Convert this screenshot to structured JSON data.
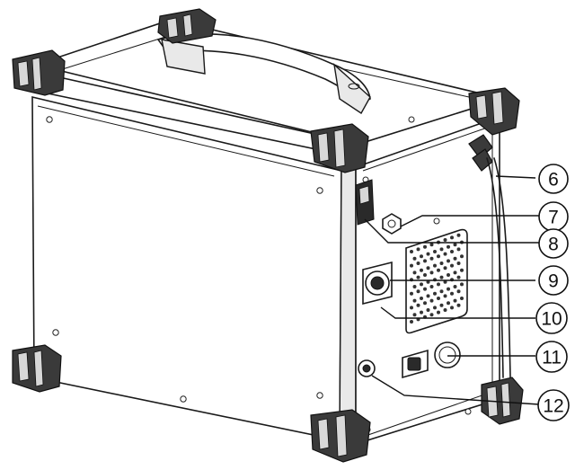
{
  "callouts": [
    {
      "id": "6",
      "label": "6",
      "target": "power-cable"
    },
    {
      "id": "7",
      "label": "7",
      "target": "gas-fitting"
    },
    {
      "id": "8",
      "label": "8",
      "target": "power-switch"
    },
    {
      "id": "9",
      "label": "9",
      "target": "control-connector"
    },
    {
      "id": "10",
      "label": "10",
      "target": "fan-grille"
    },
    {
      "id": "11",
      "label": "11",
      "target": "fuse-holder"
    },
    {
      "id": "12",
      "label": "12",
      "target": "ground-terminal"
    }
  ],
  "colors": {
    "outline": "#1a1a1a",
    "bumper": "#3a3a3a",
    "background": "#ffffff"
  }
}
